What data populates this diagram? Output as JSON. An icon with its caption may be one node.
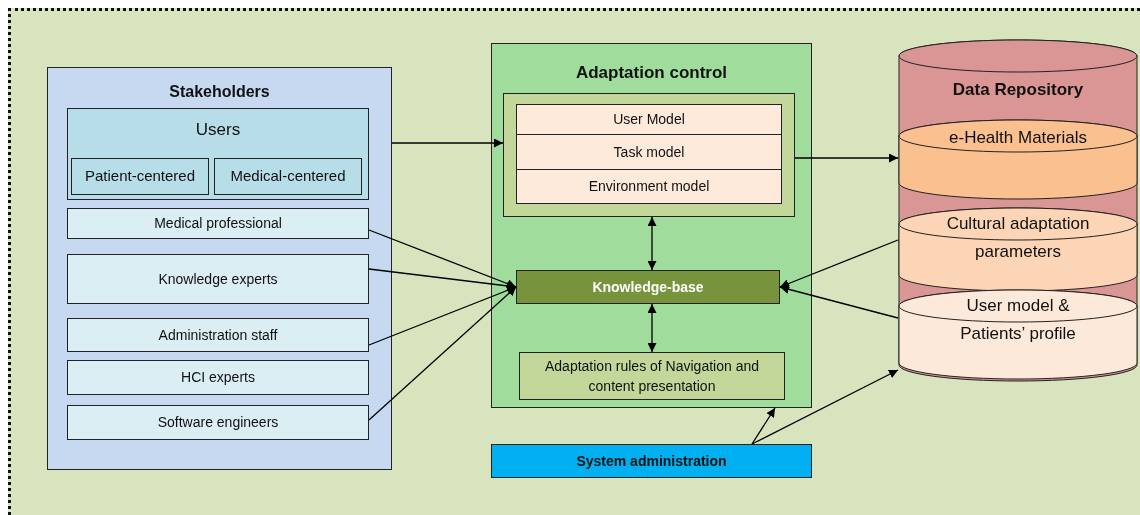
{
  "diagram": {
    "nodes": [
      {
        "text": [
          "Stakeholders"
        ]
      },
      {
        "text": [
          "Users"
        ],
        "in": 0
      },
      {
        "text": [
          "Patient-centered"
        ],
        "in": 1
      },
      {
        "text": [
          "Medical-centered"
        ],
        "in": 1
      },
      {
        "text": [
          "Medical professional"
        ],
        "in": 0
      },
      {
        "text": [
          "Knowledge experts"
        ],
        "in": 0
      },
      {
        "text": [
          "Administration staff"
        ],
        "in": 0
      },
      {
        "text": [
          "HCI experts"
        ],
        "in": 0
      },
      {
        "text": [
          "Software engineers"
        ],
        "in": 0
      },
      {
        "text": [
          "Adaptation control"
        ]
      },
      {
        "text": [],
        "shape": "box",
        "in": 9
      },
      {
        "text": [
          "User Model"
        ],
        "in": 10
      },
      {
        "text": [
          "Task model"
        ],
        "in": 10
      },
      {
        "text": [
          "Environment model"
        ],
        "in": 10
      },
      {
        "text": [
          "Knowledge-base"
        ],
        "in": 9
      },
      {
        "text": [
          "Adaptation rules of Navigation and content presentation"
        ],
        "in": 9
      },
      {
        "text": [
          "System administration"
        ]
      },
      {
        "text": [
          "Data Repository"
        ]
      },
      {
        "text": [
          "e-Health Materials"
        ],
        "in": 17
      },
      {
        "text": [
          "Cultural adaptation parameters"
        ],
        "in": 17
      },
      {
        "text": [
          "User model & Patients’ profile"
        ],
        "in": 17
      }
    ],
    "edges": [
      {
        "from": 0,
        "to": 10,
        "arrow": "to"
      },
      {
        "from": 10,
        "to": 18,
        "arrow": "to"
      },
      {
        "from": 10,
        "to": 14,
        "arrow": "both"
      },
      {
        "from": 4,
        "to": 14,
        "arrow": "to"
      },
      {
        "from": 5,
        "to": 14,
        "arrow": "to"
      },
      {
        "from": 6,
        "to": 14,
        "arrow": "to"
      },
      {
        "from": 8,
        "to": 14,
        "arrow": "to"
      },
      {
        "from": 14,
        "to": 15,
        "arrow": "both"
      },
      {
        "from": 19,
        "to": 14,
        "arrow": "to"
      },
      {
        "from": 20,
        "to": 14,
        "arrow": "to"
      },
      {
        "from": 16,
        "to": 9,
        "arrow": "to"
      },
      {
        "from": 16,
        "to": 17,
        "arrow": "to"
      }
    ]
  }
}
